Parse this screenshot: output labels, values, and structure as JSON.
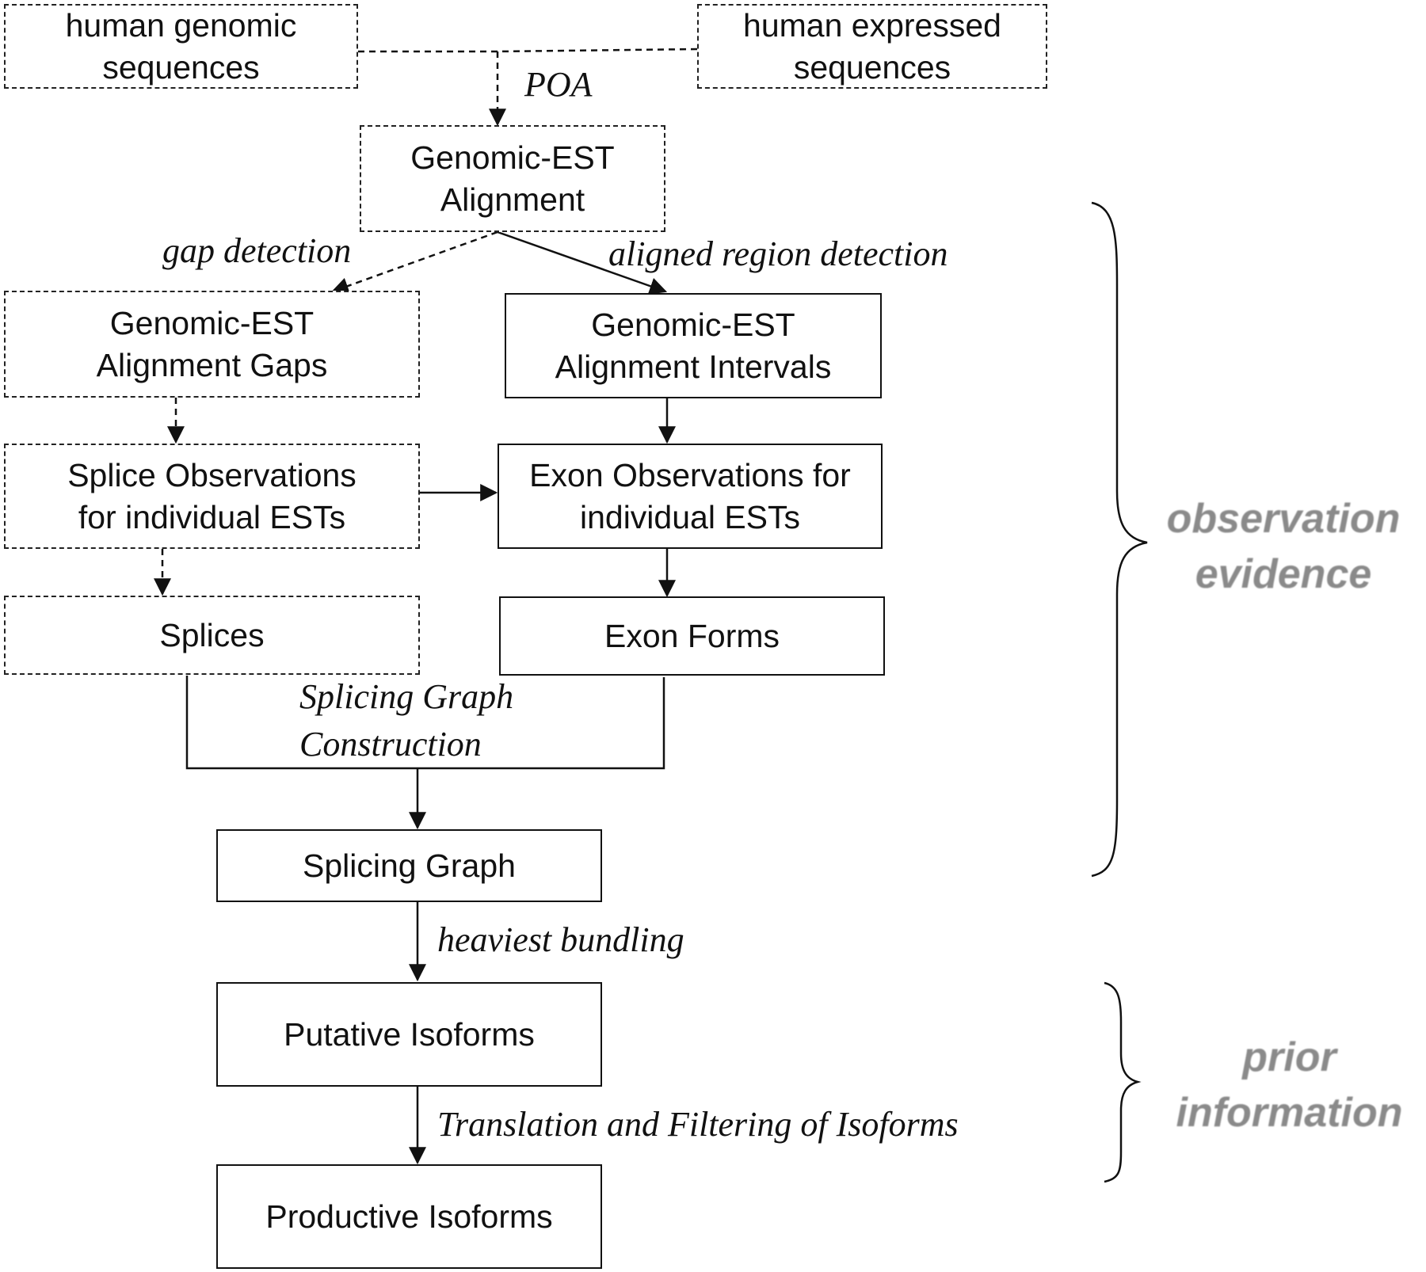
{
  "boxes": {
    "genomic_seq": [
      "human genomic",
      "sequences"
    ],
    "expressed_seq": [
      "human expressed",
      "sequences"
    ],
    "alignment": [
      "Genomic-EST",
      "Alignment"
    ],
    "gaps": [
      "Genomic-EST",
      "Alignment Gaps"
    ],
    "intervals": [
      "Genomic-EST",
      "Alignment Intervals"
    ],
    "splice_obs": [
      "Splice Observations",
      "for individual ESTs"
    ],
    "exon_obs": [
      "Exon Observations for",
      "individual ESTs"
    ],
    "splices": "Splices",
    "exon_forms": "Exon Forms",
    "splicing_graph": "Splicing Graph",
    "putative": "Putative Isoforms",
    "productive": "Productive Isoforms"
  },
  "edge_labels": {
    "poa": "POA",
    "gap_detection": "gap detection",
    "aligned_region": "aligned region detection",
    "construction": [
      "Splicing Graph",
      "Construction"
    ],
    "heaviest": "heaviest bundling",
    "translation": "Translation and Filtering of Isoforms"
  },
  "side_labels": {
    "observation": [
      "observation",
      "evidence"
    ],
    "prior": [
      "prior",
      "information"
    ]
  },
  "colors": {
    "line": "#111111",
    "side_text": "#8a8a8a"
  }
}
